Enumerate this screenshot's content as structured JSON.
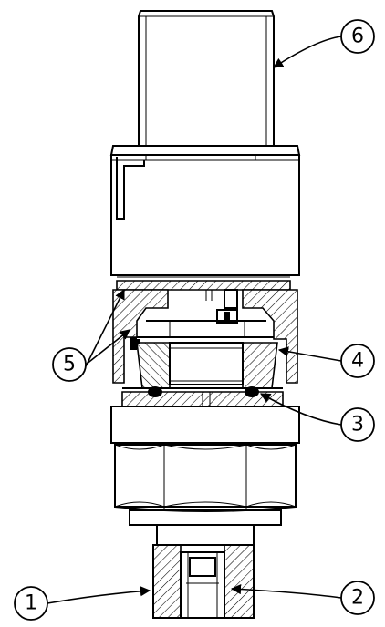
{
  "callouts": [
    {
      "label": "1"
    },
    {
      "label": "2"
    },
    {
      "label": "3"
    },
    {
      "label": "4"
    },
    {
      "label": "5"
    },
    {
      "label": "6"
    }
  ]
}
